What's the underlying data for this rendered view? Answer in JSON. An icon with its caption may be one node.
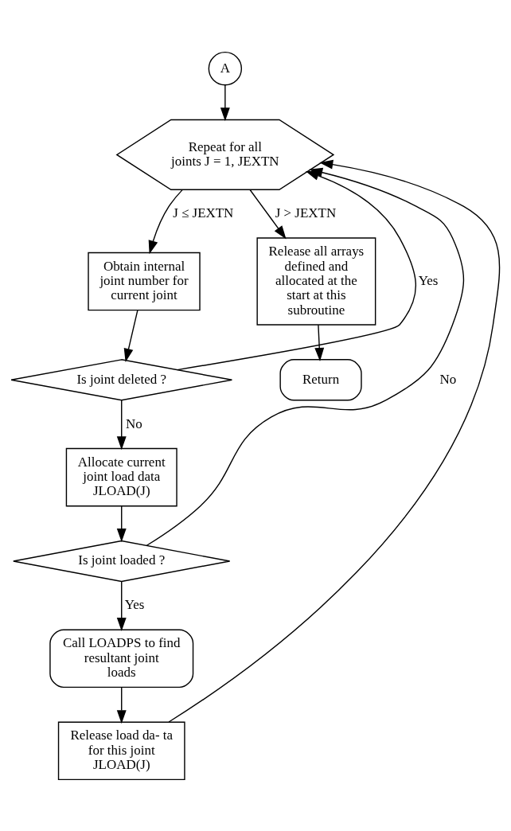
{
  "diagram": {
    "nodes": [
      {
        "text": [
          "A"
        ]
      },
      {
        "text": [
          "Repeat for all joints J = 1, JEXTN"
        ]
      },
      {
        "text": [
          "Obtain internal joint number for current joint"
        ]
      },
      {
        "text": [
          "Is joint deleted ?"
        ]
      },
      {
        "text": [
          "Allocate current joint load data JLOAD(J)"
        ]
      },
      {
        "text": [
          "Is joint loaded ?"
        ]
      },
      {
        "text": [
          "Call LOADPS to find resultant joint loads"
        ]
      },
      {
        "text": [
          "Release load da- ta for this joint JLOAD(J)"
        ]
      },
      {
        "text": [
          "Release all arrays defined and allocated at the start at this subroutine"
        ]
      },
      {
        "text": [
          "Return"
        ]
      }
    ],
    "edges": [
      {
        "from": 0,
        "to": 1,
        "arrow": "to"
      },
      {
        "from": 1,
        "to": 8,
        "arrow": "to",
        "label": "J > JEXTN"
      },
      {
        "from": 1,
        "to": 2,
        "arrow": "to",
        "label": "J ≤ JEXTN"
      },
      {
        "from": 2,
        "to": 3,
        "arrow": "to"
      },
      {
        "from": 3,
        "to": 1,
        "arrow": "to",
        "label": "Yes"
      },
      {
        "from": 3,
        "to": 4,
        "arrow": "to",
        "label": "No"
      },
      {
        "from": 4,
        "to": 5,
        "arrow": "to"
      },
      {
        "from": 5,
        "to": 1,
        "arrow": "to",
        "label": "No"
      },
      {
        "from": 5,
        "to": 6,
        "arrow": "to",
        "label": "Yes"
      },
      {
        "from": 6,
        "to": 7,
        "arrow": "to"
      },
      {
        "from": 7,
        "to": 1,
        "arrow": "to"
      },
      {
        "from": 8,
        "to": 9,
        "arrow": "to"
      }
    ]
  }
}
